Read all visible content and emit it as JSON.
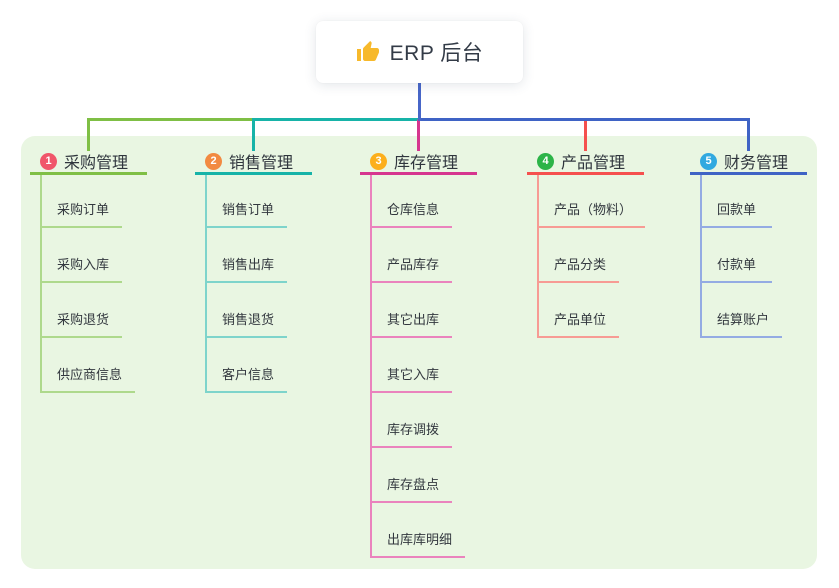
{
  "root": {
    "icon": "thumbs-up",
    "icon_color": "#f7b92b",
    "title": "ERP 后台",
    "connector_color": "#4766c8"
  },
  "panel": {
    "background": "#e9f6e2"
  },
  "branches": [
    {
      "badge": "1",
      "badge_color": "#f0566a",
      "label": "采购管理",
      "line_color": "#7fbf45",
      "child_line_color": "#aed98c",
      "children": [
        "采购订单",
        "采购入库",
        "采购退货",
        "供应商信息"
      ]
    },
    {
      "badge": "2",
      "badge_color": "#f28a41",
      "label": "销售管理",
      "line_color": "#17b3a8",
      "child_line_color": "#7ed4cb",
      "children": [
        "销售订单",
        "销售出库",
        "销售退货",
        "客户信息"
      ]
    },
    {
      "badge": "3",
      "badge_color": "#fcaf1c",
      "label": "库存管理",
      "line_color": "#d6368f",
      "child_line_color": "#ea83bd",
      "children": [
        "仓库信息",
        "产品库存",
        "其它出库",
        "其它入库",
        "库存调拨",
        "库存盘点",
        "出库库明细"
      ]
    },
    {
      "badge": "4",
      "badge_color": "#2cb448",
      "label": "产品管理",
      "line_color": "#f5504e",
      "child_line_color": "#f79b94",
      "children": [
        "产品（物料）",
        "产品分类",
        "产品单位"
      ]
    },
    {
      "badge": "5",
      "badge_color": "#31a9e0",
      "label": "财务管理",
      "line_color": "#3f63c5",
      "child_line_color": "#94abe3",
      "children": [
        "回款单",
        "付款单",
        "结算账户"
      ]
    }
  ]
}
